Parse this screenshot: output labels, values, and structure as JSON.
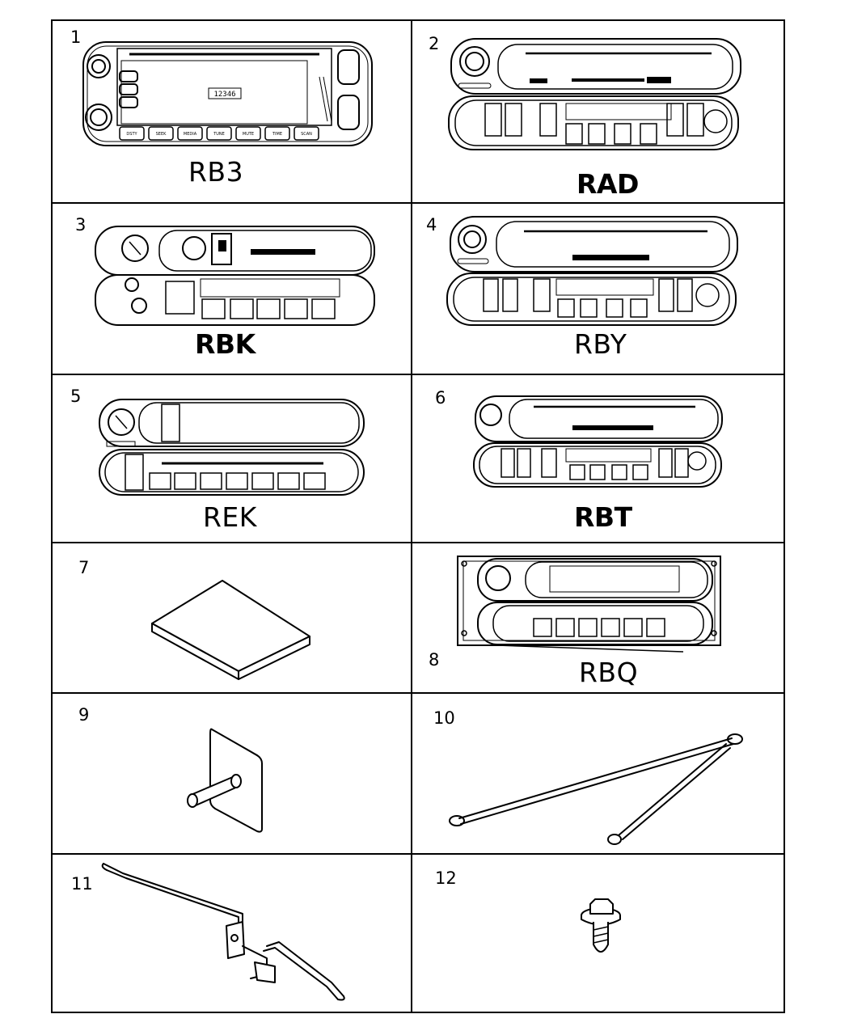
{
  "cells": [
    {
      "number": "1",
      "code": "RB3",
      "display": "12346"
    },
    {
      "number": "2",
      "code": "RAD"
    },
    {
      "number": "3",
      "code": "RBK"
    },
    {
      "number": "4",
      "code": "RBY"
    },
    {
      "number": "5",
      "code": "REK"
    },
    {
      "number": "6",
      "code": "RBT"
    },
    {
      "number": "7",
      "code": ""
    },
    {
      "number": "8",
      "code": "RBQ"
    },
    {
      "number": "9",
      "code": ""
    },
    {
      "number": "10",
      "code": ""
    },
    {
      "number": "11",
      "code": ""
    },
    {
      "number": "12",
      "code": ""
    }
  ],
  "rb3_buttons": [
    "DSTY",
    "SEEK",
    "MEDIA",
    "TUNE",
    "MUTE",
    "TIME",
    "SCAN"
  ],
  "icons": {
    "rb3": "radio-rb3-icon",
    "rad": "radio-rad-icon",
    "rbk": "radio-rbk-icon",
    "rby": "radio-rby-icon",
    "rek": "radio-rek-icon",
    "rbt": "radio-rbt-icon",
    "item7": "pad-icon",
    "rbq": "radio-rbq-icon",
    "item9": "bracket-stud-icon",
    "item10": "ground-strap-icon",
    "item11": "wire-bracket-icon",
    "item12": "screw-icon"
  }
}
